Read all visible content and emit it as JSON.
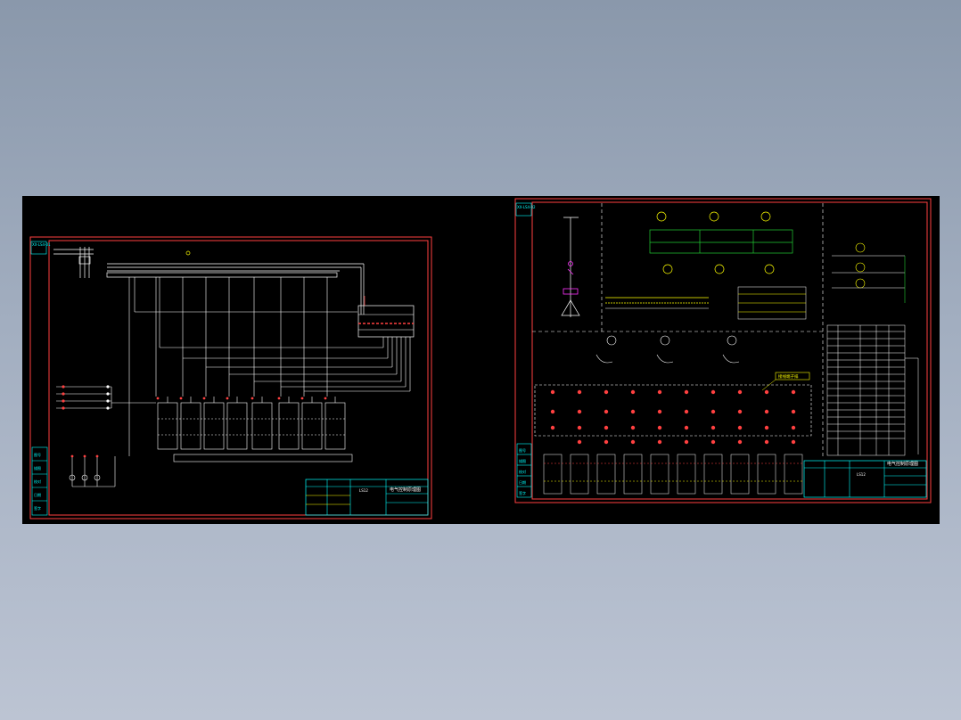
{
  "drawing": {
    "sheet1": {
      "title_block_title": "电气控制原理图",
      "title_block_code": "LS12",
      "side_labels": [
        "图号",
        "描图",
        "校对",
        "日期",
        "签字"
      ],
      "corner_tag": "XX-LS4-01"
    },
    "sheet2": {
      "title_block_title": "电气控制原理图",
      "title_block_code": "LS12",
      "side_labels": [
        "图号",
        "描图",
        "校对",
        "日期",
        "签字"
      ],
      "corner_tag": "XX-LS4-02",
      "callout": "接线端子排"
    },
    "colors": {
      "background": "#000000",
      "frame": "#ff4040",
      "wire": "#ffffff",
      "component": "#ffff00",
      "table": "#00ffff",
      "bus_green": "#22cc33",
      "accent_magenta": "#ff33ff"
    }
  }
}
